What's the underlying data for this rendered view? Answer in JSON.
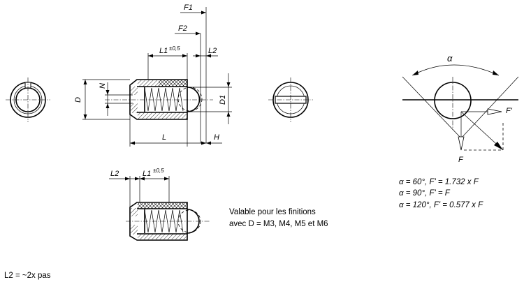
{
  "labels": {
    "f1": "F1",
    "f2": "F2",
    "l1": "L1",
    "l1_tol": "±0,5",
    "l2": "L2",
    "n": "N",
    "d": "D",
    "d1": "D1",
    "l": "L",
    "h": "H",
    "alpha": "α",
    "f_prime": "F'",
    "f": "F",
    "l2_lower": "L2",
    "l1_lower": "L1",
    "l1_tol_lower": "±0,5"
  },
  "note": {
    "line1": "Valable pour les finitions",
    "line2": "avec D = M3, M4, M5 et M6"
  },
  "formulas": [
    "α = 60°, F' = 1.732 x F",
    "α = 90°, F' = F",
    "α = 120°, F' = 0.577 x F"
  ],
  "footnote": "L2 = ~2x pas"
}
